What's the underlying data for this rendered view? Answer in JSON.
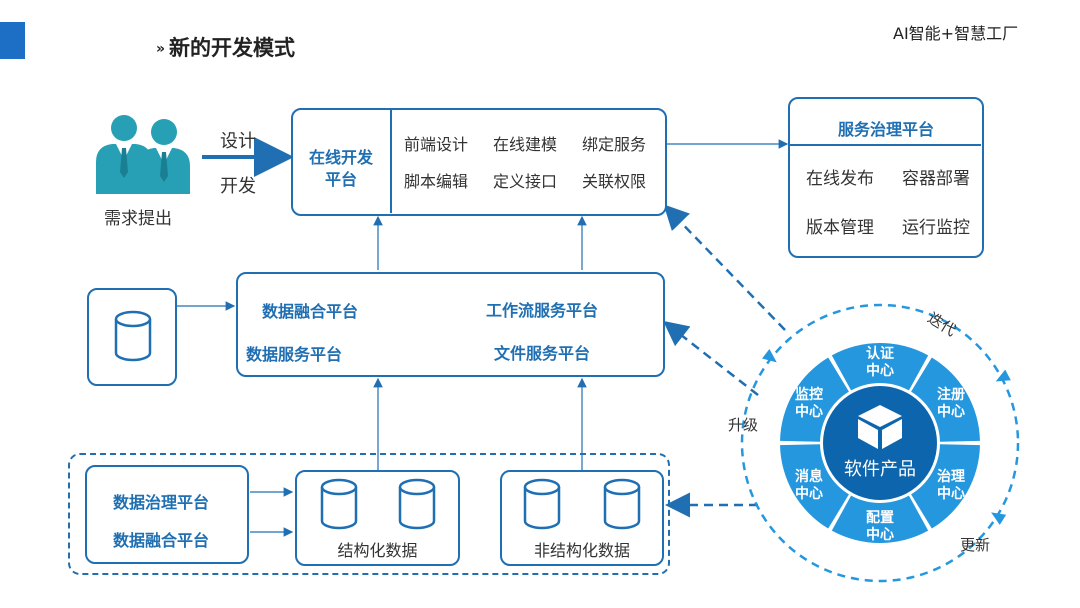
{
  "header": {
    "title": "新的开发模式",
    "brand": "AI智能+智慧工厂"
  },
  "requirement": {
    "label": "需求提出",
    "arrow_top": "设计",
    "arrow_bottom": "开发"
  },
  "online_platform": {
    "title_line1": "在线开发",
    "title_line2": "平台",
    "items": [
      "前端设计",
      "在线建模",
      "绑定服务",
      "脚本编辑",
      "定义接口",
      "关联权限"
    ]
  },
  "service_governance": {
    "title": "服务治理平台",
    "items": [
      "在线发布",
      "容器部署",
      "版本管理",
      "运行监控"
    ]
  },
  "middle_platform": {
    "items": [
      "数据融合平台",
      "工作流服务平台",
      "数据服务平台",
      "文件服务平台"
    ]
  },
  "bottom": {
    "left_items": [
      "数据治理平台",
      "数据融合平台"
    ],
    "structured": "结构化数据",
    "unstructured": "非结构化数据"
  },
  "software_wheel": {
    "center": "软件产品",
    "segments": [
      {
        "line1": "认证",
        "line2": "中心"
      },
      {
        "line1": "注册",
        "line2": "中心"
      },
      {
        "line1": "治理",
        "line2": "中心"
      },
      {
        "line1": "配置",
        "line2": "中心"
      },
      {
        "line1": "消息",
        "line2": "中心"
      },
      {
        "line1": "监控",
        "line2": "中心"
      }
    ],
    "iterate_label": "迭代",
    "upgrade_label": "升级",
    "update_label": "更新"
  },
  "colors": {
    "primary": "#1f6fb2",
    "wheel_segment": "#2597de",
    "wheel_center": "#0d66ad",
    "accent": "#1d6fc6",
    "people": "#27a0b5"
  }
}
